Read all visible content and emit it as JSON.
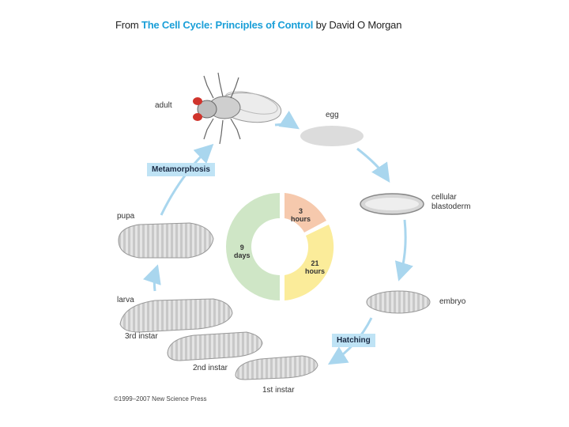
{
  "caption": {
    "prefix": "From ",
    "book_title": "The Cell Cycle: Principles of Control",
    "suffix": " by David O Morgan"
  },
  "stages": {
    "adult": "adult",
    "egg": "egg",
    "cellular_blastoderm_line1": "cellular",
    "cellular_blastoderm_line2": "blastoderm",
    "embryo": "embryo",
    "first_instar": "1st instar",
    "second_instar": "2nd instar",
    "third_instar": "3rd instar",
    "larva": "larva",
    "pupa": "pupa"
  },
  "transitions": {
    "metamorphosis": "Metamorphosis",
    "hatching": "Hatching"
  },
  "ring_segments": [
    {
      "line1": "3",
      "line2": "hours",
      "color": "#f6c9ad"
    },
    {
      "line1": "21",
      "line2": "hours",
      "color": "#fbec9a"
    },
    {
      "line1": "9",
      "line2": "days",
      "color": "#cfe6c6"
    }
  ],
  "copyright": "©1999–2007 New Science Press",
  "colors": {
    "arrow": "#a9d6ee",
    "tag_bg": "#bfe3f5",
    "accent": "#1a9fd8"
  }
}
